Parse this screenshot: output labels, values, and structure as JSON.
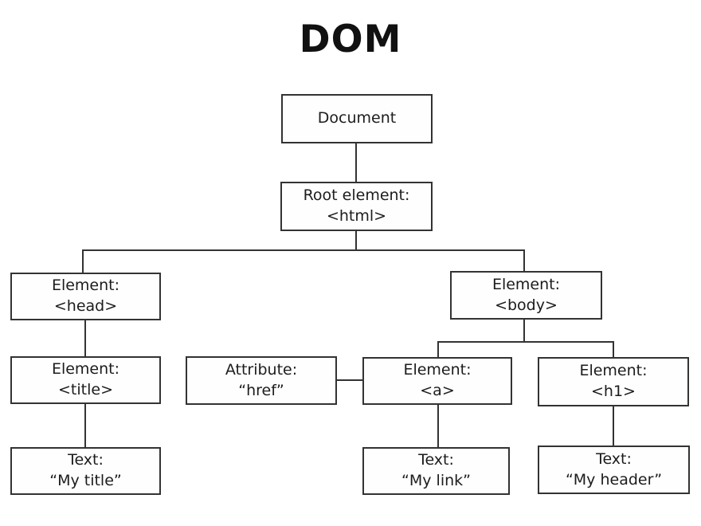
{
  "title": "DOM",
  "colors": {
    "background": "#ffffff",
    "line": "#333333",
    "text": "#1c1c1c"
  },
  "tree": {
    "document": {
      "line1": "Document",
      "line2": ""
    },
    "root": {
      "line1": "Root element:",
      "line2": "<html>"
    },
    "head": {
      "line1": "Element:",
      "line2": "<head>"
    },
    "body": {
      "line1": "Element:",
      "line2": "<body>"
    },
    "title_el": {
      "line1": "Element:",
      "line2": "<title>"
    },
    "attr": {
      "line1": "Attribute:",
      "line2": "“href”"
    },
    "anchor": {
      "line1": "Element:",
      "line2": "<a>"
    },
    "h1": {
      "line1": "Element:",
      "line2": "<h1>"
    },
    "text_title": {
      "line1": "Text:",
      "line2": "“My title”"
    },
    "text_link": {
      "line1": "Text:",
      "line2": "“My link”"
    },
    "text_header": {
      "line1": "Text:",
      "line2": "“My header”"
    }
  }
}
